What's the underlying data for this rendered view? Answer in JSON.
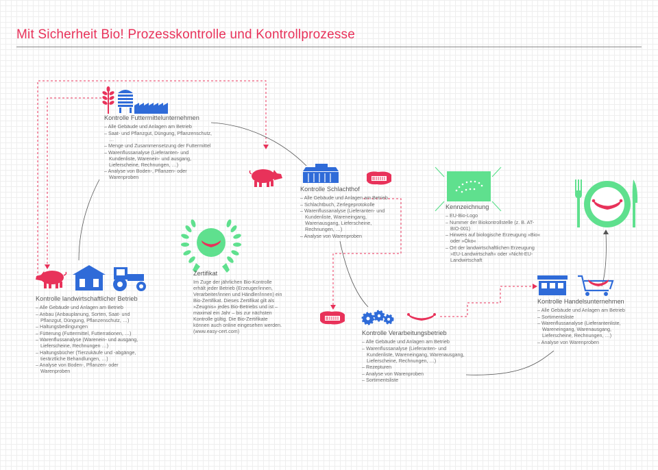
{
  "title": "Mit Sicherheit Bio! Prozesskontrolle und Kontrollprozesse",
  "colors": {
    "title": "#e8325a",
    "pink": "#e8325a",
    "blue": "#2f6bd8",
    "green": "#5fe08e",
    "text": "#666666"
  },
  "nodes": {
    "futtermittel": {
      "heading": "Kontrolle Futtermittelunternehmen",
      "items": [
        "Alle Gebäude und Anlagen am Betrieb",
        "Saat- und Pflanzgut, Düngung, Pflanzenschutz, …",
        "Menge und Zusammensetzung der Futtermittel",
        "Warenflussanalyse (Lieferanten- und Kundenliste, Warenein- und ausgang, Lieferscheine, Rechnungen, …)",
        "Analyse von Boden-, Pflanzen- oder Warenproben"
      ]
    },
    "schlachthof": {
      "heading": "Kontrolle Schlachthof",
      "items": [
        "Alle Gebäude und Anlagen am Betrieb",
        "Schlachtbuch, Zerlegeprotokolle",
        "Warenflussanalyse (Lieferanten- und Kundenliste, Wareneingang, Warenausgang, Lieferscheine, Rechnungen, …)",
        "Analyse von Warenproben"
      ]
    },
    "kennzeichnung": {
      "heading": "Kennzeichnung",
      "items": [
        "EU-Bio-Logo",
        "Nummer der Biokontrollstelle (z. B. AT-BIO-001)",
        "Hinweis auf biologische Erzeugung »Bio« oder »Öko«",
        "Ort der landwirtschaftlichen Erzeugung »EU-Landwirtschaft« oder »Nicht-EU-Landwirtschaft"
      ]
    },
    "zertifikat": {
      "heading": "Zertifikat",
      "text": "Im Zuge der jährlichen Bio-Kontrolle erhält jeder Betrieb (Erzeuger/innen, Verarbeiter/innen und Händler/innen) ein Bio-Zertifikat. Dieses Zertifikat gilt als »Zeugnis« jedes Bio-Betriebs und ist – maximal ein Jahr – bis zur nächsten Kontrolle gültig. Die Bio-Zertifikate können auch online eingesehen werden. (www.easy-cert.com)"
    },
    "landwirtschaft": {
      "heading": "Kontrolle landwirtschaftlicher Betrieb",
      "items": [
        "Alle Gebäude und Anlagen am Betrieb",
        "Anbau (Anbauplanung, Sorten, Saat- und Pflanzgut, Düngung, Pflanzenschutz, …)",
        "Haltungsbedingungen",
        "Fütterung (Futtermittel, Futterrationen, …)",
        "Warenflussanalyse (Warenein- und ausgang, Lieferscheine, Rechnungen …)",
        "Haltungsbücher (Tierzukäufe und -abgänge, tierärztliche Behandlungen, …)",
        "Analyse von Boden-, Pflanzen- oder Warenproben"
      ]
    },
    "verarbeitung": {
      "heading": "Kontrolle Verarbeitungsbetrieb",
      "items": [
        "Alle Gebäude und Anlagen am Betrieb",
        "Warenflussanalyse (Lieferanten- und Kundenliste, Wareneingang, Warenausgang, Lieferscheine, Rechnungen, …)",
        "Rezepturen",
        "Analyse von Warenproben",
        "Sortimentsliste"
      ]
    },
    "handel": {
      "heading": "Kontrolle Handelsunternehmen",
      "items": [
        "Alle Gebäude und Anlagen am Betrieb",
        "Sortimentsliste",
        "Warenflussanalyse (Lieferantenliste, Wareneingang, Warenausgang, Lieferscheine, Rechnungen, …)",
        "Analyse von Warenproben"
      ]
    }
  },
  "icons": {
    "futtermittel": [
      "wheat-icon",
      "silo-icon",
      "factory-icon"
    ],
    "schlachthof": [
      "pig-icon",
      "slaughterhouse-icon",
      "meat-package-icon"
    ],
    "landwirtschaft": [
      "pig-icon",
      "barn-icon",
      "tractor-icon"
    ],
    "verarbeitung": [
      "meat-package-icon",
      "gears-icon",
      "sausage-icon"
    ],
    "handel": [
      "shop-icon",
      "shopping-cart-icon"
    ],
    "zertifikat": [
      "laurel-wreath-icon",
      "sausage-icon"
    ],
    "kennzeichnung": [
      "eu-bio-logo-icon"
    ],
    "end": [
      "plate-icon",
      "fork-icon",
      "knife-icon",
      "sausage-icon"
    ]
  }
}
